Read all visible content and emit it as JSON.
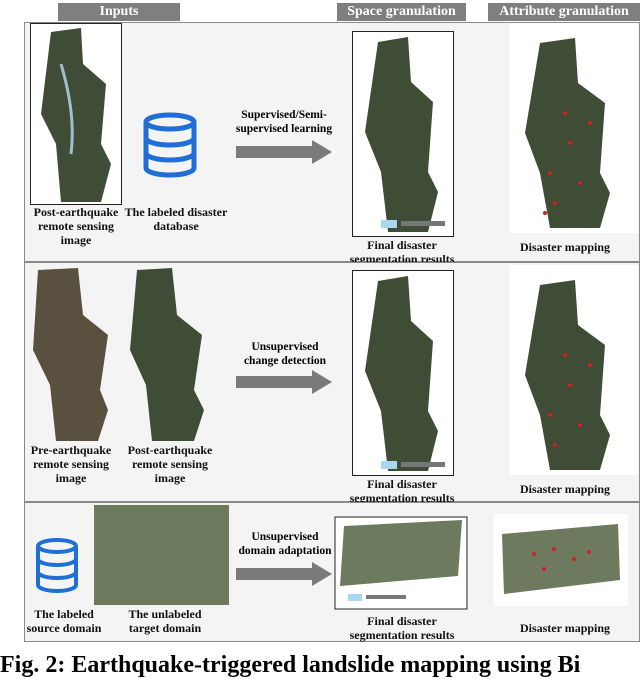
{
  "headers": {
    "inputs": "Inputs",
    "space": "Space granulation",
    "attribute": "Attribute granulation"
  },
  "row1": {
    "input1": "Post-earthquake remote sensing image",
    "input2": "The labeled disaster database",
    "method": "Supervised/Semi-supervised learning",
    "result": "Final disaster segmentation results",
    "mapping": "Disaster mapping"
  },
  "row2": {
    "input1": "Pre-earthquake remote sensing image",
    "input2": "Post-earthquake remote sensing image",
    "method": "Unsupervised change detection",
    "result": "Final disaster segmentation results",
    "mapping": "Disaster mapping"
  },
  "row3": {
    "input1": "The labeled source domain",
    "input2": "The unlabeled target domain",
    "method": "Unsupervised domain adaptation",
    "result": "Final disaster segmentation results",
    "mapping": "Disaster mapping"
  },
  "caption": "Fig. 2: Earthquake-triggered landslide mapping using Bi",
  "colors": {
    "header": "#7f7f7f",
    "database": "#1f6fd6",
    "arrow": "#7a7a7a",
    "vegetation": "#3d4a35",
    "landslide": "#d02020"
  }
}
